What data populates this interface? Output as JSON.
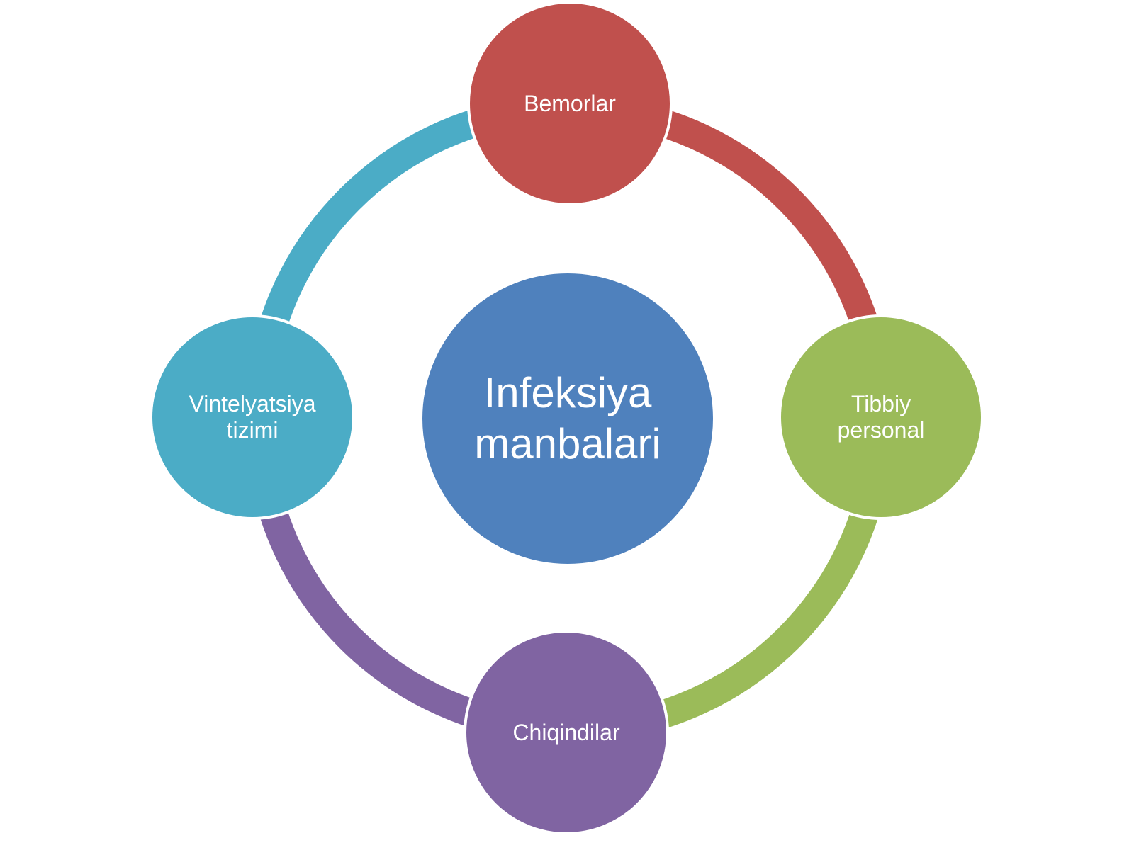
{
  "diagram": {
    "center": {
      "label": "Infeksiya\nmanbalari",
      "color": "#4f81bd"
    },
    "nodes": [
      {
        "id": "top",
        "label": "Bemorlar",
        "color": "#c0504d"
      },
      {
        "id": "right",
        "label": "Tibbiy\npersonal",
        "color": "#9bbb59"
      },
      {
        "id": "bottom",
        "label": "Chiqindilar",
        "color": "#8064a2"
      },
      {
        "id": "left",
        "label": "Vintelyatsiya\ntizimi",
        "color": "#4bacc6"
      }
    ],
    "connectors": [
      {
        "from": "left",
        "to": "top",
        "color": "#4bacc6"
      },
      {
        "from": "top",
        "to": "right",
        "color": "#c0504d"
      },
      {
        "from": "right",
        "to": "bottom",
        "color": "#9bbb59"
      },
      {
        "from": "bottom",
        "to": "left",
        "color": "#8064a2"
      }
    ]
  }
}
